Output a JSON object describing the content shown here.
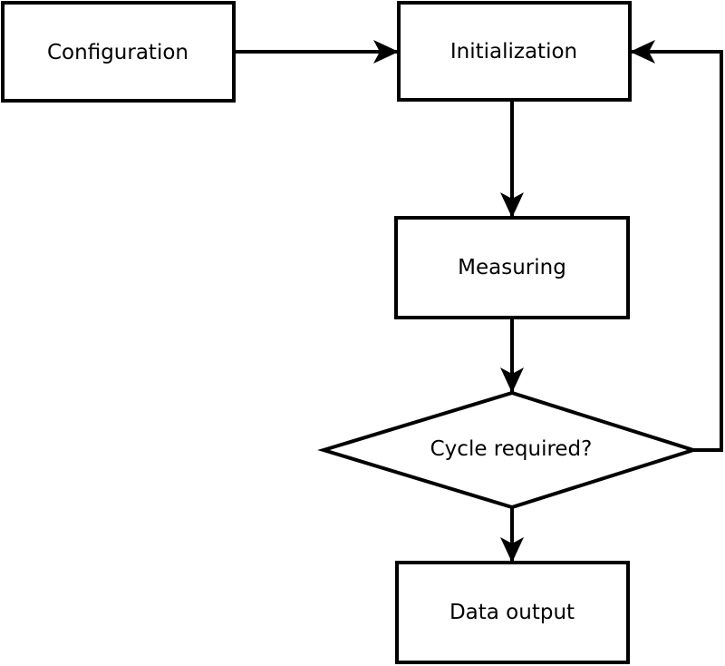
{
  "diagram": {
    "type": "flowchart",
    "background_color": "#ffffff",
    "stroke_color": "#000000",
    "text_color": "#000000",
    "nodes": {
      "configuration": {
        "label": "Configuration",
        "shape": "rectangle"
      },
      "initialization": {
        "label": "Initialization",
        "shape": "rectangle"
      },
      "measuring": {
        "label": "Measuring",
        "shape": "rectangle"
      },
      "cycle_required": {
        "label": "Cycle required?",
        "shape": "diamond"
      },
      "data_output": {
        "label": "Data output",
        "shape": "rectangle"
      }
    },
    "edges": [
      {
        "from": "configuration",
        "to": "initialization",
        "style": "arrow-right"
      },
      {
        "from": "initialization",
        "to": "measuring",
        "style": "arrow-down"
      },
      {
        "from": "measuring",
        "to": "cycle_required",
        "style": "arrow-down"
      },
      {
        "from": "cycle_required",
        "to": "data_output",
        "style": "arrow-down"
      },
      {
        "from": "cycle_required",
        "to": "initialization",
        "style": "loop-back-right"
      }
    ]
  }
}
